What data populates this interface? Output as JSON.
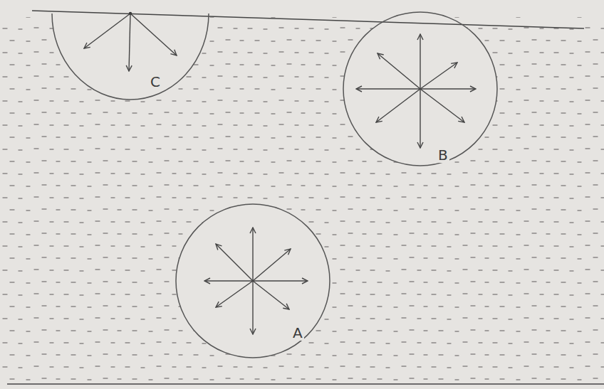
{
  "diagram": {
    "nodes": [
      {
        "text": [
          "C"
        ]
      },
      {
        "text": [
          "B"
        ]
      },
      {
        "text": [
          "A"
        ]
      }
    ]
  }
}
